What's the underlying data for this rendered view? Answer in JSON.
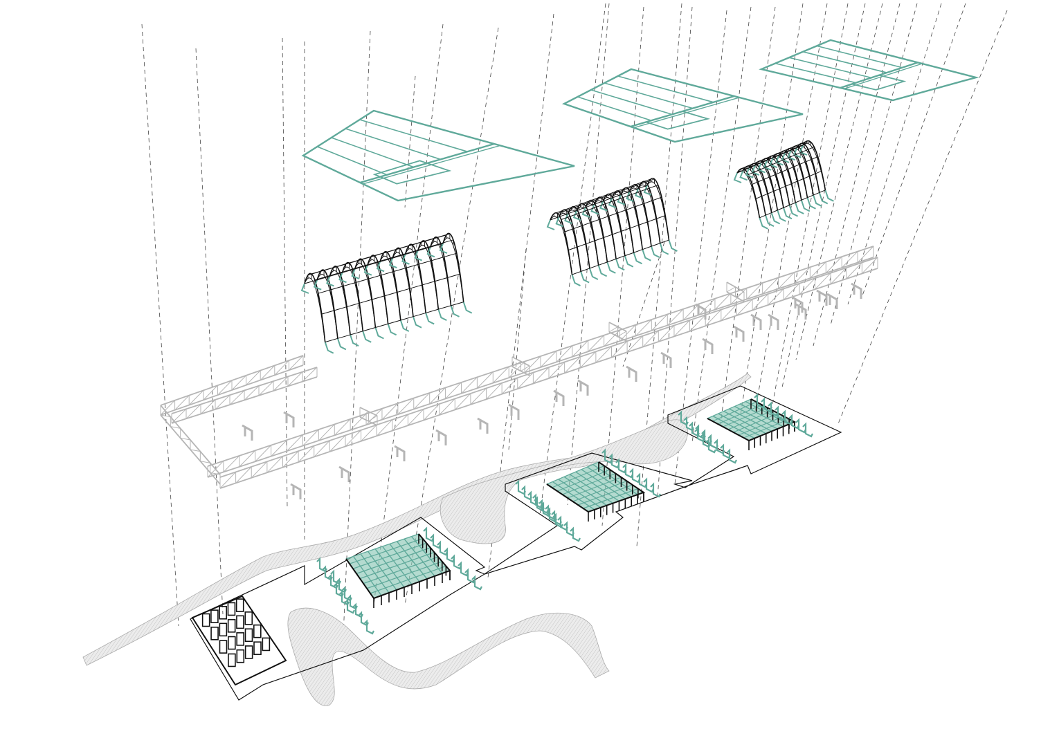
{
  "diagram": {
    "kind": "exploded-axonometric",
    "layers": [
      {
        "id": "roof-covers",
        "count": 3
      },
      {
        "id": "arched-roof-trusses",
        "count": 3
      },
      {
        "id": "elevated-walkway-trusses",
        "count": 1
      },
      {
        "id": "walkway-supports",
        "count": 22
      },
      {
        "id": "ground-platforms",
        "count": 3
      },
      {
        "id": "ground-paths",
        "count": 3
      },
      {
        "id": "stall-frames",
        "count": 1
      }
    ],
    "colors": {
      "background": "#ffffff",
      "line": "#111111",
      "teal": "#5fa99a",
      "teal_fill": "#8cc7b7",
      "grey_truss": "#b5b5b5",
      "ground_fill": "#e2e2e2",
      "guide": "#444444"
    }
  }
}
